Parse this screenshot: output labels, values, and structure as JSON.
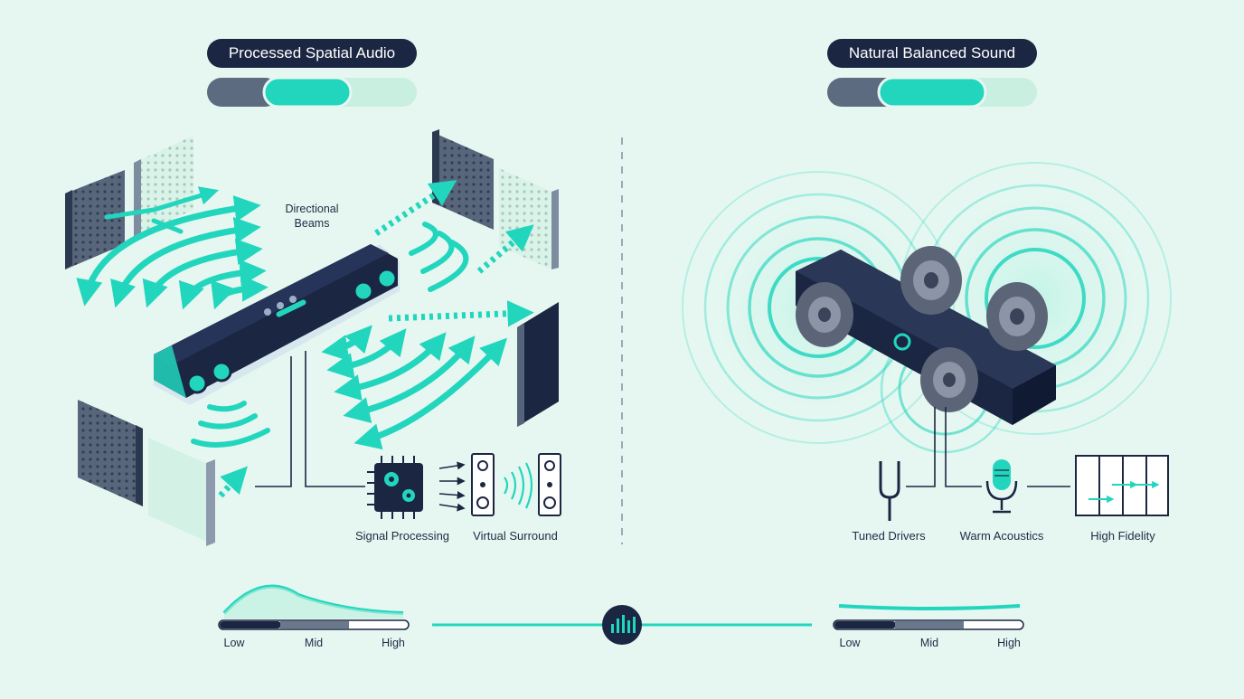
{
  "left_panel": {
    "title": "Processed Spatial Audio",
    "segment_level_pct": 50,
    "beam_label_line1": "Directional",
    "beam_label_line2": "Beams",
    "stages": [
      "Signal Processing",
      "Virtual Surround"
    ],
    "eq": {
      "low": "Low",
      "mid": "Mid",
      "high": "High"
    }
  },
  "right_panel": {
    "title": "Natural Balanced Sound",
    "segment_level_pct": 50,
    "stages": [
      "Tuned Drivers",
      "Warm Acoustics",
      "High Fidelity"
    ],
    "eq": {
      "low": "Low",
      "mid": "Mid",
      "high": "High"
    }
  },
  "colors": {
    "background": "#e6f7f1",
    "accent_teal": "#22d6bd",
    "dark_navy": "#1b2642",
    "slate": "#5d6b80",
    "mint": "#c7efdf"
  },
  "icons": {
    "center_meter": "audio-level-icon",
    "processor": "chip-gears-icon",
    "speaker": "speaker-tower-icon",
    "tuning_fork": "tuning-fork-icon",
    "microphone": "microphone-icon",
    "fidelity": "signal-grid-icon"
  }
}
